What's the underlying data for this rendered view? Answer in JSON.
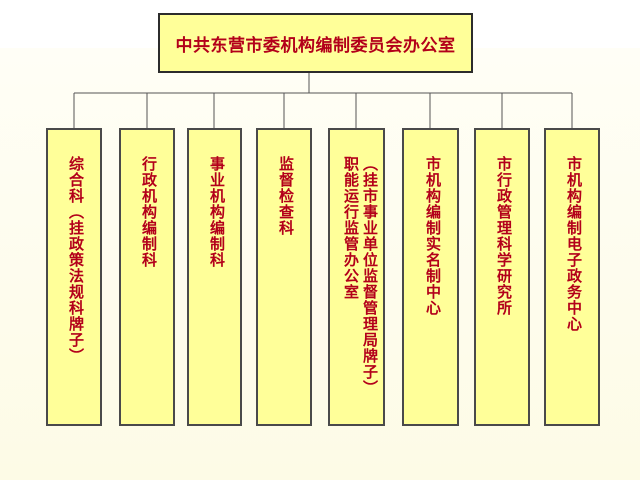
{
  "title": "中共东营市委机构编制委员会办公室",
  "departments": [
    {
      "label": "综合科（挂政策法规科牌子）"
    },
    {
      "label": "行政机构编制科"
    },
    {
      "label": "事业机构编制科"
    },
    {
      "label": "监督检查科"
    },
    {
      "label": "（挂市事业单位监督管理局牌子）职能运行监管办公室"
    },
    {
      "label": "市机构编制实名制中心"
    },
    {
      "label": "市行政管理科学研究所"
    },
    {
      "label": "市机构编制电子政务中心"
    }
  ],
  "colors": {
    "box_fill": "#ffff99",
    "text": "#b3001a",
    "border": "#2c2c2c"
  }
}
